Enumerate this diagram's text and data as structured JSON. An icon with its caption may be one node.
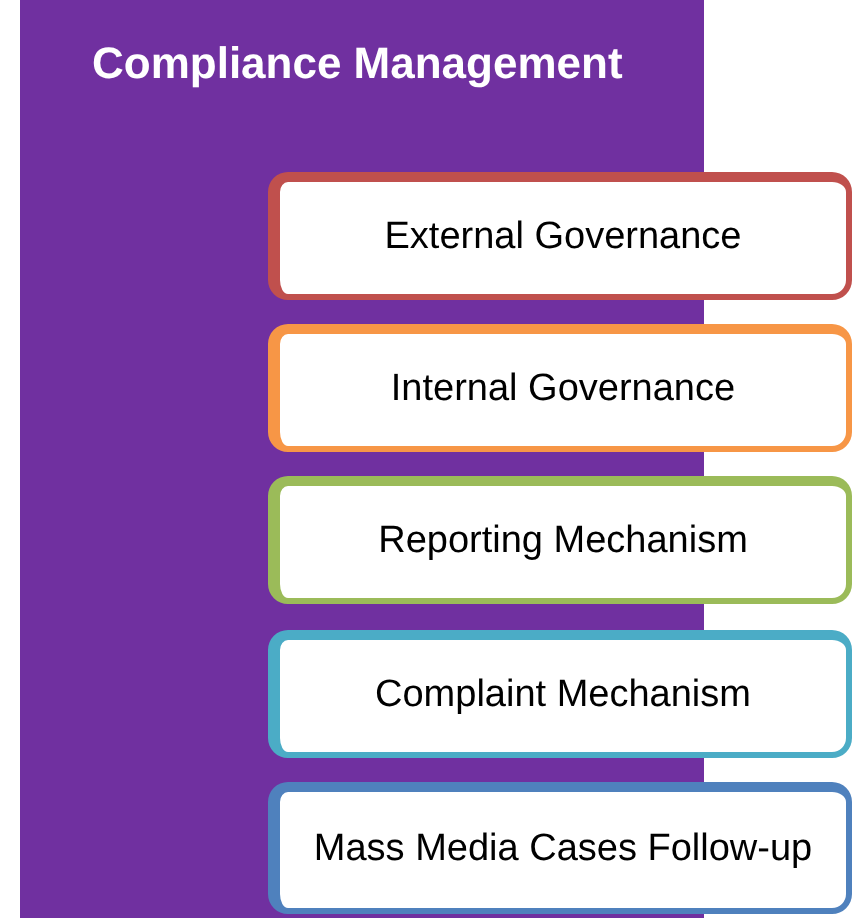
{
  "diagram": {
    "nodes": [
      {
        "text": [
          "Compliance Management"
        ]
      },
      {
        "text": [
          "External Governance"
        ]
      },
      {
        "text": [
          "Internal Governance"
        ]
      },
      {
        "text": [
          "Reporting Mechanism"
        ]
      },
      {
        "text": [
          "Complaint Mechanism"
        ]
      },
      {
        "text": [
          "Mass Media Cases Follow-up"
        ]
      }
    ]
  }
}
